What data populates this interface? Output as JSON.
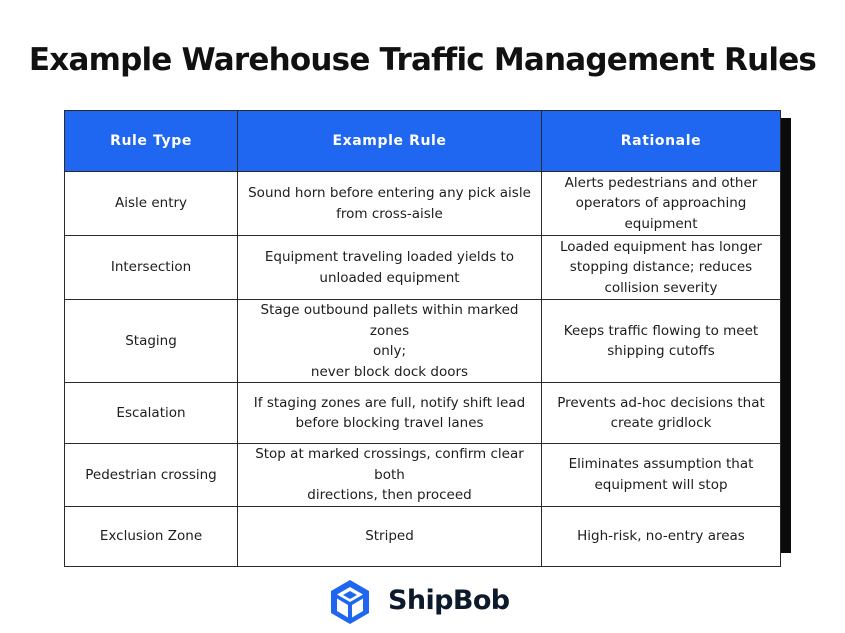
{
  "title": "Example Warehouse Traffic Management Rules",
  "table": {
    "headers": [
      "Rule Type",
      "Example Rule",
      "Rationale"
    ],
    "rows": [
      {
        "rule_type": "Aisle entry",
        "example_rule": [
          "Sound horn before entering any pick aisle",
          "from cross-aisle"
        ],
        "rationale": [
          "Alerts pedestrians and other",
          "operators of approaching",
          "equipment"
        ]
      },
      {
        "rule_type": "Intersection",
        "example_rule": [
          "Equipment traveling loaded yields to",
          "unloaded equipment"
        ],
        "rationale": [
          "Loaded equipment has longer",
          "stopping distance; reduces",
          "collision severity"
        ]
      },
      {
        "rule_type": "Staging",
        "example_rule": [
          "Stage outbound pallets within marked zones",
          "only;",
          "never block dock doors"
        ],
        "rationale": [
          "Keeps traffic flowing to meet",
          "shipping cutoffs"
        ]
      },
      {
        "rule_type": "Escalation",
        "example_rule": [
          "If staging zones are full, notify shift lead",
          "before blocking travel lanes"
        ],
        "rationale": [
          "Prevents ad-hoc decisions that",
          "create gridlock"
        ]
      },
      {
        "rule_type": "Pedestrian crossing",
        "example_rule": [
          "Stop at marked crossings, confirm clear both",
          "directions, then proceed"
        ],
        "rationale": [
          "Eliminates assumption that",
          "equipment will stop"
        ]
      },
      {
        "rule_type": "Exclusion Zone",
        "example_rule": [
          "Striped"
        ],
        "rationale": [
          "High-risk, no-entry areas"
        ]
      }
    ]
  },
  "logo": {
    "text": "ShipBob",
    "icon": "shipbob-cube-icon"
  },
  "colors": {
    "header_bg": "#1f66f0",
    "header_text": "#ffffff",
    "logo_blue": "#1f66f0",
    "shadow": "#0b0b0b"
  }
}
